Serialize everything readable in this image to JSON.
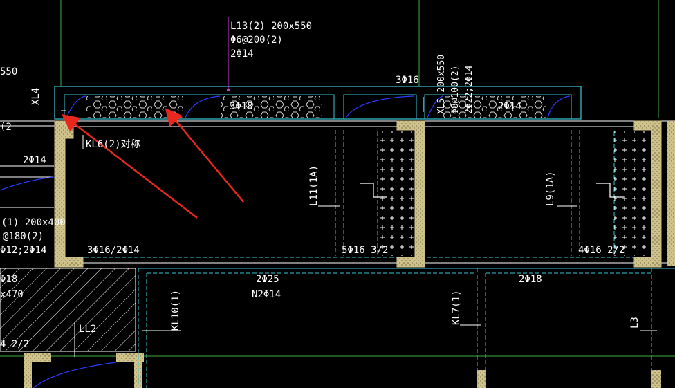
{
  "colors": {
    "background": "#000000",
    "wall_fill": "#cfc28a",
    "beam_cyan": "#39c6d6",
    "annotation_white": "#ffffff",
    "rebar_blue": "#2a3cff",
    "leader_magenta": "#d040d0",
    "grid_green": "#3fae3f",
    "arrow_red": "#e8281e"
  },
  "labels": {
    "l13_line1": "L13(2) 200x550",
    "l13_line2": "Φ6@200(2)",
    "l13_line3": "2Φ14",
    "v550": "550",
    "xl4": "XL4",
    "top_3phi16": "3Φ16",
    "xl5_line1": "XL5 200x550",
    "xl5_line2": "Φ8@100(2)",
    "xl5_line3": "2Φ22;2Φ14",
    "mid_3phi18": "3Φ18",
    "mid_2phi14": "2Φ14",
    "kl6": "KL6(2)对称",
    "left_2phi14": "2Φ14",
    "l11": "L11(1A)",
    "l9": "L9(1A)",
    "left_block_line1": "(1) 200x400",
    "left_block_line2": "@180(2)",
    "left_block_line3": "Φ12;2Φ14",
    "bottom_3phi16": "3Φ16/2Φ14",
    "bottom_5phi16": "5Φ16 3/2",
    "bottom_4phi16": "4Φ16 2/2",
    "phi18_left": "Φ18",
    "x470": "x470",
    "phi25": "2Φ25",
    "n2phi14": "N2Φ14",
    "phi18_right": "2Φ18",
    "kl10": "KL10(1)",
    "kl7": "KL7(1)",
    "l3": "L3",
    "ll2": "LL2",
    "l4_22": "4 2/2",
    "z_left": "(2"
  }
}
